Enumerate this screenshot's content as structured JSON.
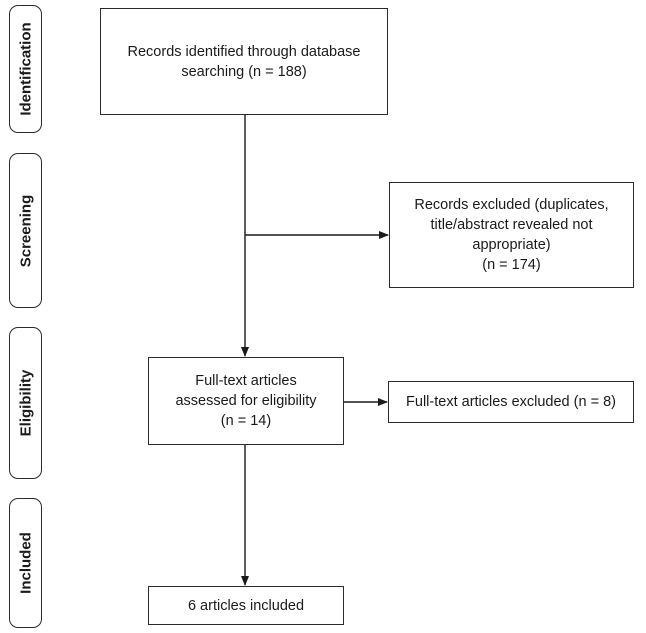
{
  "stages": {
    "identification": "Identification",
    "screening": "Screening",
    "eligibility": "Eligibility",
    "included": "Included"
  },
  "boxes": {
    "identified": "Records identified through database\nsearching (n = 188)",
    "excluded_records": "Records excluded (duplicates,\ntitle/abstract revealed not\nappropriate)\n(n = 174)",
    "fulltext_assessed": "Full-text articles\nassessed for eligibility\n(n = 14)",
    "fulltext_excluded": "Full-text articles excluded (n = 8)",
    "included": "6 articles included"
  }
}
